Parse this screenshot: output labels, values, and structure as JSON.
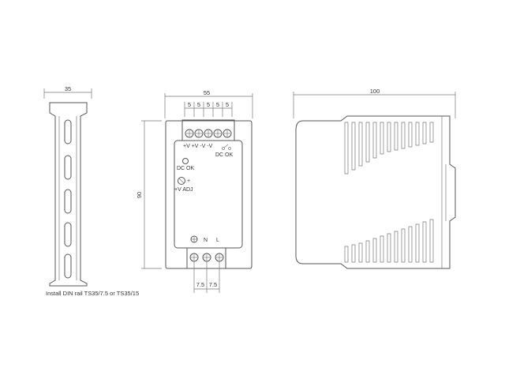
{
  "dimensions": {
    "rail_width": "35",
    "front_width": "55",
    "terminal_pitch": [
      "5",
      "5",
      "5",
      "5",
      "5"
    ],
    "height": "90",
    "side_depth": "100",
    "ac_pitch": [
      "7.5",
      "7.5"
    ]
  },
  "front_panel": {
    "output_terminals": "+V +V -V -V",
    "dc_ok_relay": "DC OK",
    "dc_ok_led": "DC OK",
    "adj_pot": "+V ADJ",
    "adj_plus": "+",
    "input_n": "N",
    "input_l": "L"
  },
  "notes": {
    "install": "Install DIN rail TS35/7.5 or TS35/15"
  }
}
